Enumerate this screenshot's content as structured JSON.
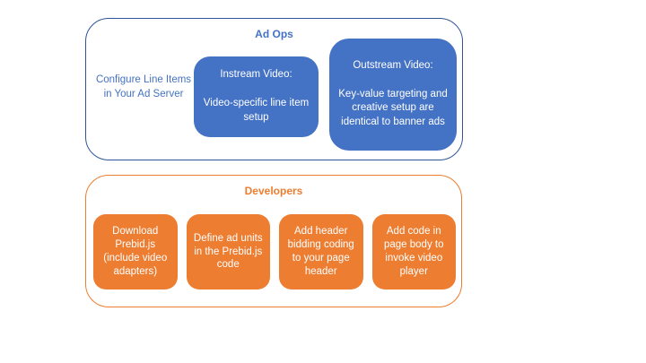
{
  "colors": {
    "blue_fill": "#4472C4",
    "blue_border": "#2E5597",
    "blue_text": "#4472C4",
    "orange_fill": "#ED7D31",
    "orange_border": "#ED7D31",
    "orange_text": "#ED7D31",
    "box_text": "#FFFFFF",
    "background": "#FFFFFF"
  },
  "ad_ops": {
    "title": "Ad Ops",
    "side_note": "Configure Line Items in Your Ad Server",
    "boxes": [
      {
        "label": "Instream Video:\n\nVideo-specific line item setup"
      },
      {
        "label": "Outstream Video:\n\nKey-value targeting and creative setup are identical to banner ads"
      }
    ]
  },
  "developers": {
    "title": "Developers",
    "boxes": [
      {
        "label": "Download Prebid.js (include video adapters)"
      },
      {
        "label": "Define ad units in the Prebid.js code"
      },
      {
        "label": "Add header bidding coding to your page header"
      },
      {
        "label": "Add code in page body to invoke video player"
      }
    ]
  }
}
